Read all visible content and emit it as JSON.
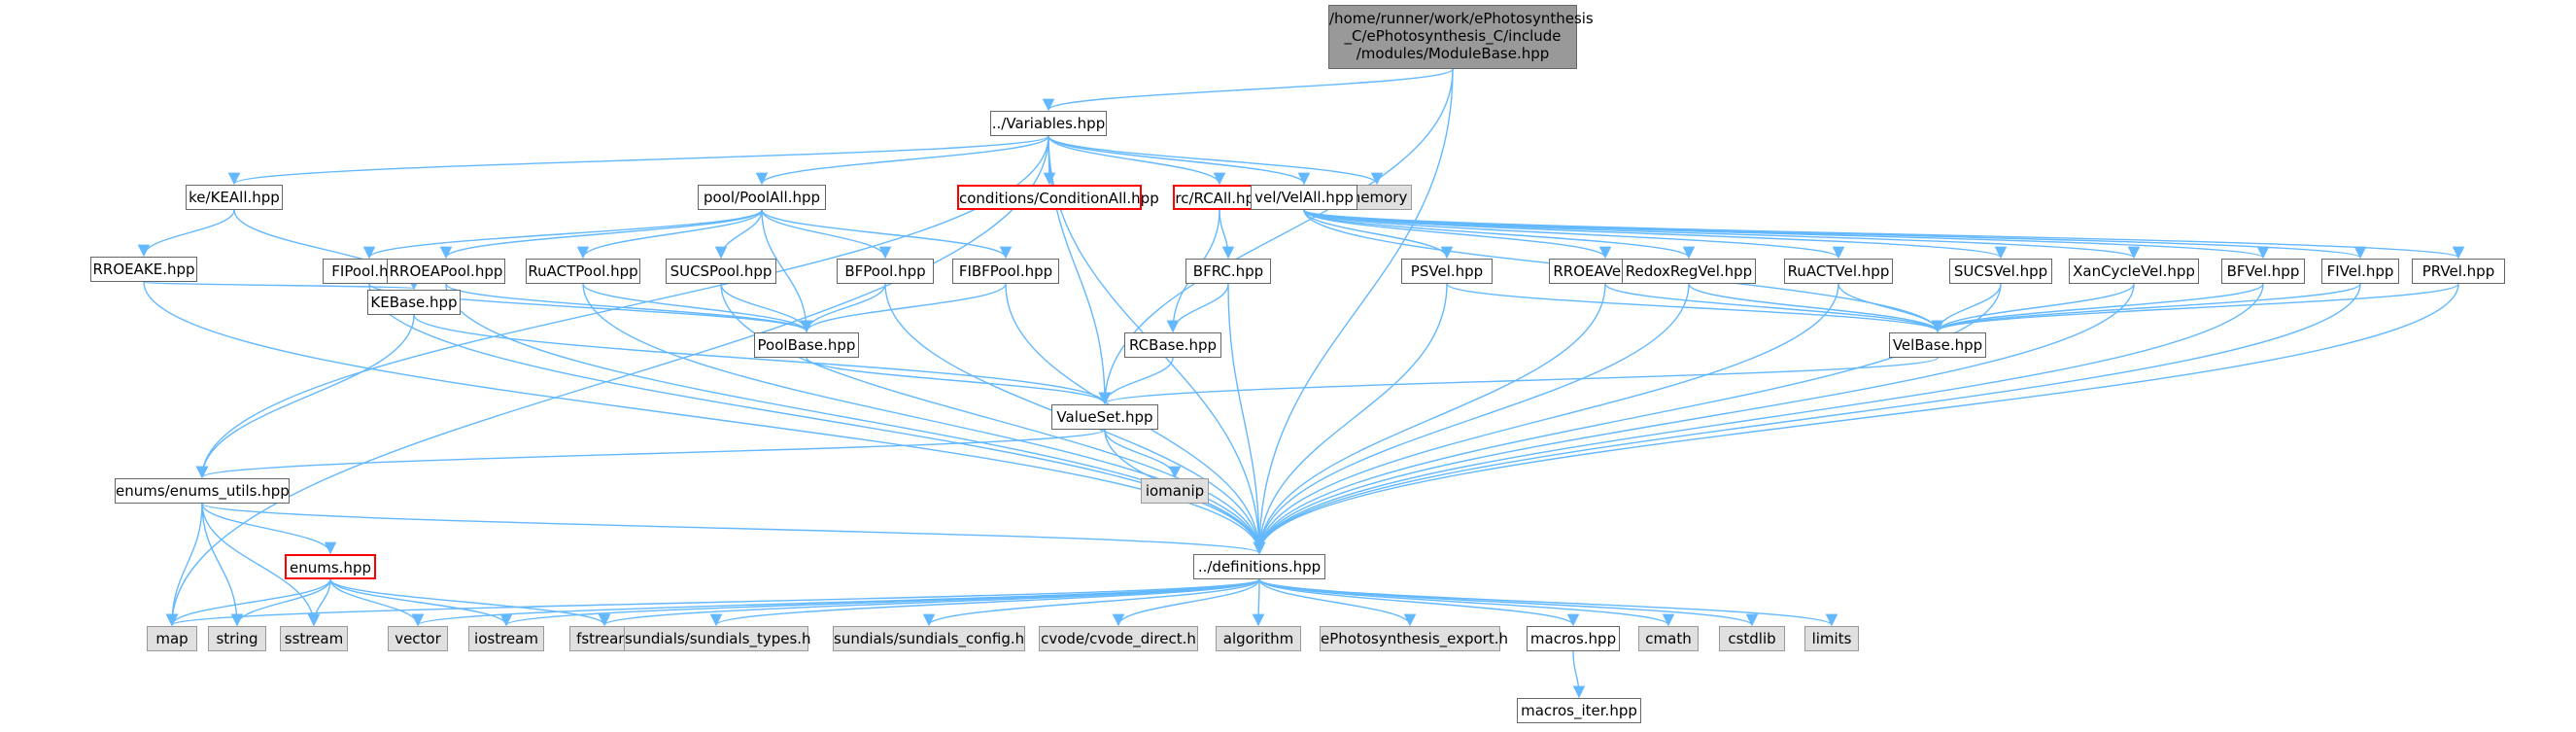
{
  "colors": {
    "edge": "#63b8ff",
    "box_border": "#666666",
    "sys_fill": "#e0e0e0",
    "sys_border": "#999999",
    "root_fill": "#999999",
    "red_border": "#ff0000"
  },
  "nodes": [
    {
      "id": "root",
      "lines": [
        "/home/runner/work/ePhotosynthesis",
        "_C/ePhotosynthesis_C/include",
        "/modules/ModuleBase.hpp"
      ],
      "kind": "root"
    },
    {
      "id": "variables",
      "label": "../Variables.hpp",
      "kind": "file"
    },
    {
      "id": "keall",
      "label": "ke/KEAll.hpp",
      "kind": "file"
    },
    {
      "id": "poolall",
      "label": "pool/PoolAll.hpp",
      "kind": "file"
    },
    {
      "id": "condall",
      "label": "conditions/ConditionAll.hpp",
      "kind": "red"
    },
    {
      "id": "rcall",
      "label": "rc/RCAll.hpp",
      "kind": "red"
    },
    {
      "id": "memory",
      "label": "memory",
      "kind": "sys"
    },
    {
      "id": "velall",
      "label": "vel/VelAll.hpp",
      "kind": "file"
    },
    {
      "id": "rroeake",
      "label": "RROEAKE.hpp",
      "kind": "file"
    },
    {
      "id": "fipool",
      "label": "FIPool.hpp",
      "kind": "file"
    },
    {
      "id": "rroeapool",
      "label": "RROEAPool.hpp",
      "kind": "file"
    },
    {
      "id": "ruactpool",
      "label": "RuACTPool.hpp",
      "kind": "file"
    },
    {
      "id": "sucspool",
      "label": "SUCSPool.hpp",
      "kind": "file"
    },
    {
      "id": "bfpool",
      "label": "BFPool.hpp",
      "kind": "file"
    },
    {
      "id": "fibfpool",
      "label": "FIBFPool.hpp",
      "kind": "file"
    },
    {
      "id": "bfrc",
      "label": "BFRC.hpp",
      "kind": "file"
    },
    {
      "id": "psvel",
      "label": "PSVel.hpp",
      "kind": "file"
    },
    {
      "id": "rroeavel",
      "label": "RROEAVel.hpp",
      "kind": "file"
    },
    {
      "id": "redoxregvel",
      "label": "RedoxRegVel.hpp",
      "kind": "file"
    },
    {
      "id": "ruactvel",
      "label": "RuACTVel.hpp",
      "kind": "file"
    },
    {
      "id": "sucsvel",
      "label": "SUCSVel.hpp",
      "kind": "file"
    },
    {
      "id": "xancyclevel",
      "label": "XanCycleVel.hpp",
      "kind": "file"
    },
    {
      "id": "bfvel",
      "label": "BFVel.hpp",
      "kind": "file"
    },
    {
      "id": "fivel",
      "label": "FIVel.hpp",
      "kind": "file"
    },
    {
      "id": "prvel",
      "label": "PRVel.hpp",
      "kind": "file"
    },
    {
      "id": "kebase",
      "label": "KEBase.hpp",
      "kind": "file"
    },
    {
      "id": "poolbase",
      "label": "PoolBase.hpp",
      "kind": "file"
    },
    {
      "id": "rcbase",
      "label": "RCBase.hpp",
      "kind": "file"
    },
    {
      "id": "velbase",
      "label": "VelBase.hpp",
      "kind": "file"
    },
    {
      "id": "valueset",
      "label": "ValueSet.hpp",
      "kind": "file"
    },
    {
      "id": "enumsutils",
      "label": "enums/enums_utils.hpp",
      "kind": "file"
    },
    {
      "id": "iomanip",
      "label": "iomanip",
      "kind": "sys"
    },
    {
      "id": "enums",
      "label": "enums.hpp",
      "kind": "red"
    },
    {
      "id": "definitions",
      "label": "../definitions.hpp",
      "kind": "file"
    },
    {
      "id": "map",
      "label": "map",
      "kind": "sys"
    },
    {
      "id": "string",
      "label": "string",
      "kind": "sys"
    },
    {
      "id": "sstream",
      "label": "sstream",
      "kind": "sys"
    },
    {
      "id": "vector",
      "label": "vector",
      "kind": "sys"
    },
    {
      "id": "iostream",
      "label": "iostream",
      "kind": "sys"
    },
    {
      "id": "fstream",
      "label": "fstream",
      "kind": "sys"
    },
    {
      "id": "sundtypes",
      "label": "sundials/sundials_types.h",
      "kind": "sys"
    },
    {
      "id": "sundconfig",
      "label": "sundials/sundials_config.h",
      "kind": "sys"
    },
    {
      "id": "cvode",
      "label": "cvode/cvode_direct.h",
      "kind": "sys"
    },
    {
      "id": "algorithm",
      "label": "algorithm",
      "kind": "sys"
    },
    {
      "id": "export",
      "label": "ePhotosynthesis_export.h",
      "kind": "sys"
    },
    {
      "id": "macros",
      "label": "macros.hpp",
      "kind": "file"
    },
    {
      "id": "cmath",
      "label": "cmath",
      "kind": "sys"
    },
    {
      "id": "cstdlib",
      "label": "cstdlib",
      "kind": "sys"
    },
    {
      "id": "limits",
      "label": "limits",
      "kind": "sys"
    },
    {
      "id": "macrositer",
      "label": "macros_iter.hpp",
      "kind": "file"
    }
  ],
  "edges": [
    [
      "root",
      "variables"
    ],
    [
      "root",
      "valueset"
    ],
    [
      "root",
      "definitions"
    ],
    [
      "variables",
      "keall"
    ],
    [
      "variables",
      "poolall"
    ],
    [
      "variables",
      "condall"
    ],
    [
      "variables",
      "rcall"
    ],
    [
      "variables",
      "memory"
    ],
    [
      "variables",
      "velall"
    ],
    [
      "variables",
      "valueset"
    ],
    [
      "variables",
      "enumsutils"
    ],
    [
      "variables",
      "definitions"
    ],
    [
      "variables",
      "map"
    ],
    [
      "keall",
      "rroeake"
    ],
    [
      "keall",
      "kebase"
    ],
    [
      "rroeake",
      "kebase"
    ],
    [
      "rroeake",
      "definitions"
    ],
    [
      "poolall",
      "fipool"
    ],
    [
      "poolall",
      "rroeapool"
    ],
    [
      "poolall",
      "ruactpool"
    ],
    [
      "poolall",
      "sucspool"
    ],
    [
      "poolall",
      "bfpool"
    ],
    [
      "poolall",
      "fibfpool"
    ],
    [
      "poolall",
      "poolbase"
    ],
    [
      "fipool",
      "poolbase"
    ],
    [
      "fipool",
      "definitions"
    ],
    [
      "rroeapool",
      "poolbase"
    ],
    [
      "rroeapool",
      "definitions"
    ],
    [
      "ruactpool",
      "poolbase"
    ],
    [
      "ruactpool",
      "definitions"
    ],
    [
      "sucspool",
      "poolbase"
    ],
    [
      "sucspool",
      "definitions"
    ],
    [
      "bfpool",
      "poolbase"
    ],
    [
      "bfpool",
      "definitions"
    ],
    [
      "fibfpool",
      "poolbase"
    ],
    [
      "fibfpool",
      "definitions"
    ],
    [
      "poolbase",
      "valueset"
    ],
    [
      "rcall",
      "bfrc"
    ],
    [
      "rcall",
      "rcbase"
    ],
    [
      "bfrc",
      "rcbase"
    ],
    [
      "bfrc",
      "definitions"
    ],
    [
      "rcbase",
      "valueset"
    ],
    [
      "kebase",
      "valueset"
    ],
    [
      "kebase",
      "enumsutils"
    ],
    [
      "velall",
      "psvel"
    ],
    [
      "velall",
      "rroeavel"
    ],
    [
      "velall",
      "redoxregvel"
    ],
    [
      "velall",
      "ruactvel"
    ],
    [
      "velall",
      "sucsvel"
    ],
    [
      "velall",
      "xancyclevel"
    ],
    [
      "velall",
      "bfvel"
    ],
    [
      "velall",
      "fivel"
    ],
    [
      "velall",
      "prvel"
    ],
    [
      "velall",
      "velbase"
    ],
    [
      "psvel",
      "velbase"
    ],
    [
      "psvel",
      "definitions"
    ],
    [
      "rroeavel",
      "velbase"
    ],
    [
      "rroeavel",
      "definitions"
    ],
    [
      "redoxregvel",
      "velbase"
    ],
    [
      "redoxregvel",
      "definitions"
    ],
    [
      "ruactvel",
      "velbase"
    ],
    [
      "ruactvel",
      "definitions"
    ],
    [
      "sucsvel",
      "velbase"
    ],
    [
      "sucsvel",
      "definitions"
    ],
    [
      "xancyclevel",
      "velbase"
    ],
    [
      "xancyclevel",
      "definitions"
    ],
    [
      "bfvel",
      "velbase"
    ],
    [
      "bfvel",
      "definitions"
    ],
    [
      "fivel",
      "velbase"
    ],
    [
      "fivel",
      "definitions"
    ],
    [
      "prvel",
      "velbase"
    ],
    [
      "prvel",
      "definitions"
    ],
    [
      "velbase",
      "valueset"
    ],
    [
      "valueset",
      "enumsutils"
    ],
    [
      "valueset",
      "iomanip"
    ],
    [
      "valueset",
      "definitions"
    ],
    [
      "enumsutils",
      "enums"
    ],
    [
      "enumsutils",
      "definitions"
    ],
    [
      "enumsutils",
      "map"
    ],
    [
      "enumsutils",
      "string"
    ],
    [
      "enumsutils",
      "sstream"
    ],
    [
      "enums",
      "map"
    ],
    [
      "enums",
      "string"
    ],
    [
      "enums",
      "sstream"
    ],
    [
      "enums",
      "vector"
    ],
    [
      "enums",
      "iostream"
    ],
    [
      "enums",
      "fstream"
    ],
    [
      "definitions",
      "map"
    ],
    [
      "definitions",
      "vector"
    ],
    [
      "definitions",
      "iostream"
    ],
    [
      "definitions",
      "fstream"
    ],
    [
      "definitions",
      "sundtypes"
    ],
    [
      "definitions",
      "sundconfig"
    ],
    [
      "definitions",
      "cvode"
    ],
    [
      "definitions",
      "algorithm"
    ],
    [
      "definitions",
      "export"
    ],
    [
      "definitions",
      "macros"
    ],
    [
      "definitions",
      "cmath"
    ],
    [
      "definitions",
      "cstdlib"
    ],
    [
      "definitions",
      "limits"
    ],
    [
      "macros",
      "macrositer"
    ]
  ]
}
